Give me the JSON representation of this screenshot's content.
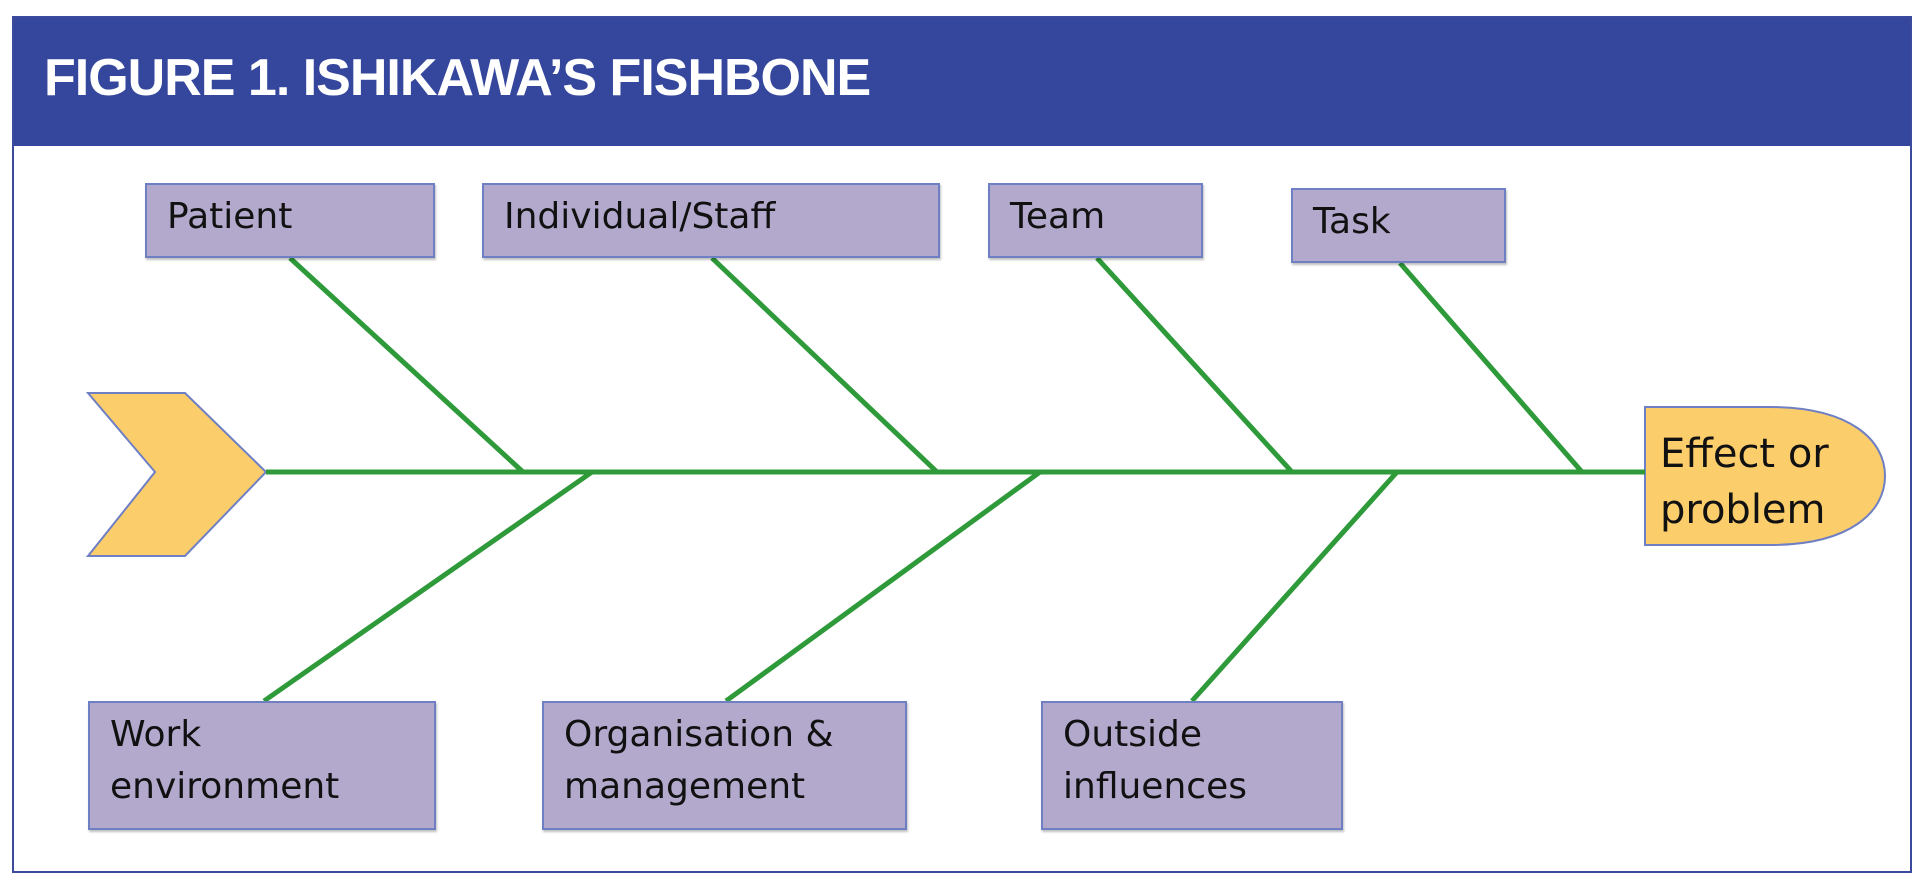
{
  "figure": {
    "title": "FIGURE 1. ISHIKAWA’S FISHBONE"
  },
  "diagram": {
    "effect": {
      "line1": "Effect or",
      "line2": "problem"
    },
    "top_categories": [
      {
        "label": "Patient"
      },
      {
        "label": "Individual/Staff"
      },
      {
        "label": "Team"
      },
      {
        "label": "Task"
      }
    ],
    "bottom_categories": [
      {
        "line1": "Work",
        "line2": "environment"
      },
      {
        "line1": "Organisation &",
        "line2": "management"
      },
      {
        "line1": "Outside",
        "line2": "influences"
      }
    ]
  },
  "colors": {
    "header": "#35479d",
    "box_fill": "#b3a9cd",
    "box_border": "#6f7fc4",
    "bone": "#2e9a3a",
    "head_tail": "#fbcd6b"
  }
}
